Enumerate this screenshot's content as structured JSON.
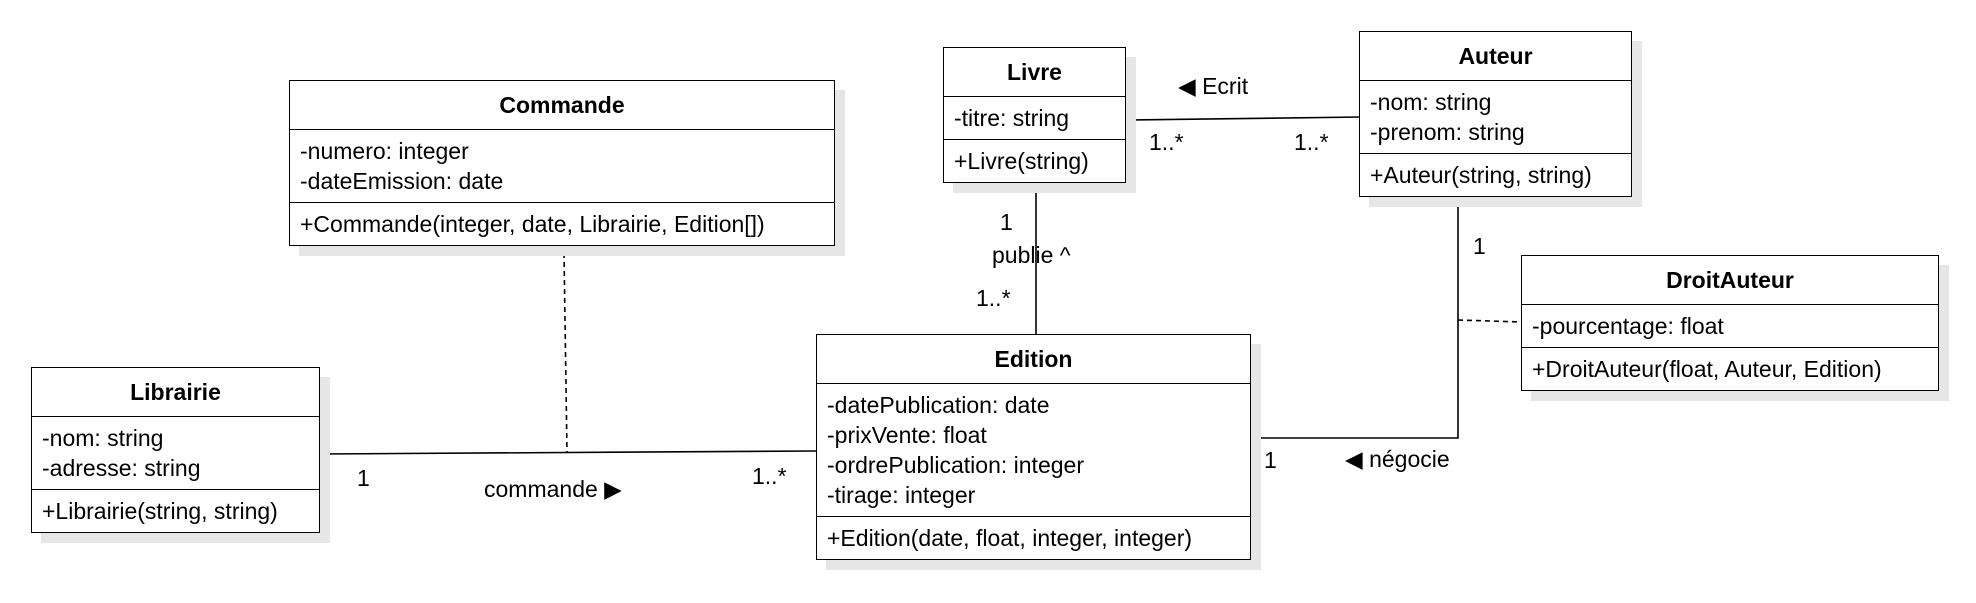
{
  "classes": {
    "commande": {
      "name": "Commande",
      "attrs": [
        "-numero: integer",
        "-dateEmission: date"
      ],
      "ops": [
        "+Commande(integer, date, Librairie, Edition[])"
      ]
    },
    "livre": {
      "name": "Livre",
      "attrs": [
        "-titre: string"
      ],
      "ops": [
        "+Livre(string)"
      ]
    },
    "auteur": {
      "name": "Auteur",
      "attrs": [
        "-nom: string",
        "-prenom: string"
      ],
      "ops": [
        "+Auteur(string, string)"
      ]
    },
    "droitauteur": {
      "name": "DroitAuteur",
      "attrs": [
        "-pourcentage: float"
      ],
      "ops": [
        "+DroitAuteur(float, Auteur, Edition)"
      ]
    },
    "librairie": {
      "name": "Librairie",
      "attrs": [
        "-nom: string",
        "-adresse: string"
      ],
      "ops": [
        "+Librairie(string, string)"
      ]
    },
    "edition": {
      "name": "Edition",
      "attrs": [
        "-datePublication: date",
        "-prixVente: float",
        "-ordrePublication: integer",
        "-tirage: integer"
      ],
      "ops": [
        "+Edition(date, float, integer, integer)"
      ]
    }
  },
  "associations": {
    "ecrit": {
      "name": "◀  Ecrit",
      "mult_livre": "1..*",
      "mult_auteur": "1..*"
    },
    "publie": {
      "name": "publie ^",
      "mult_livre": "1",
      "mult_edition": "1..*"
    },
    "commande": {
      "name": "commande  ▶",
      "mult_librairie": "1",
      "mult_edition": "1..*"
    },
    "negocie": {
      "name": "◀  négocie",
      "mult_auteur": "1",
      "mult_edition": "1"
    }
  }
}
